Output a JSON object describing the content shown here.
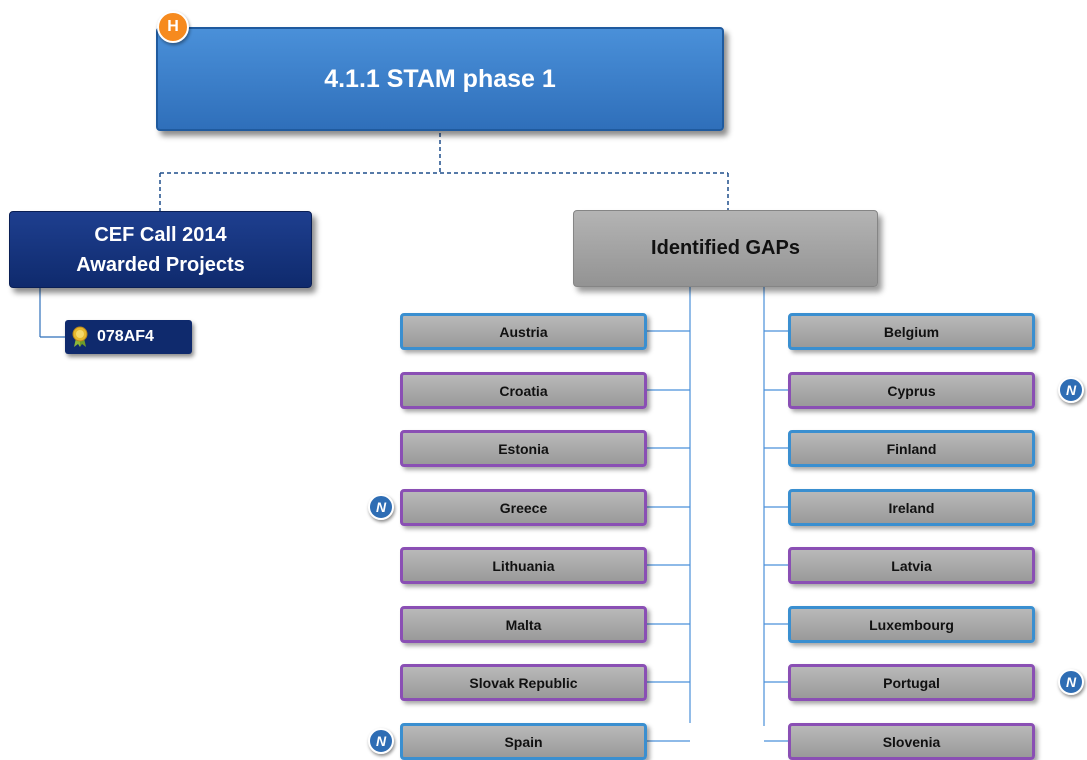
{
  "root": {
    "title": "4.1.1 STAM phase 1",
    "badge": "H"
  },
  "left_branch": {
    "line1": "CEF Call 2014",
    "line2": "Awarded Projects",
    "child": "078AF4"
  },
  "right_branch": {
    "title": "Identified GAPs"
  },
  "countries_left": [
    {
      "name": "Austria"
    },
    {
      "name": "Croatia"
    },
    {
      "name": "Estonia"
    },
    {
      "name": "Greece",
      "badge": "N"
    },
    {
      "name": "Lithuania"
    },
    {
      "name": "Malta"
    },
    {
      "name": "Slovak Republic"
    },
    {
      "name": "Spain",
      "badge": "N"
    }
  ],
  "countries_right": [
    {
      "name": "Belgium"
    },
    {
      "name": "Cyprus",
      "badge": "N"
    },
    {
      "name": "Finland"
    },
    {
      "name": "Ireland"
    },
    {
      "name": "Latvia"
    },
    {
      "name": "Luxembourg"
    },
    {
      "name": "Portugal",
      "badge": "N"
    },
    {
      "name": "Slovenia"
    }
  ],
  "colors": {
    "root": "#3a7fc8",
    "cef": "#16357e",
    "gaps": "#a6a6a6",
    "border_blue": "#3a8fd0",
    "border_purple": "#8a4fb4",
    "badge_h": "#f68a1e",
    "badge_n": "#2e6db4"
  }
}
